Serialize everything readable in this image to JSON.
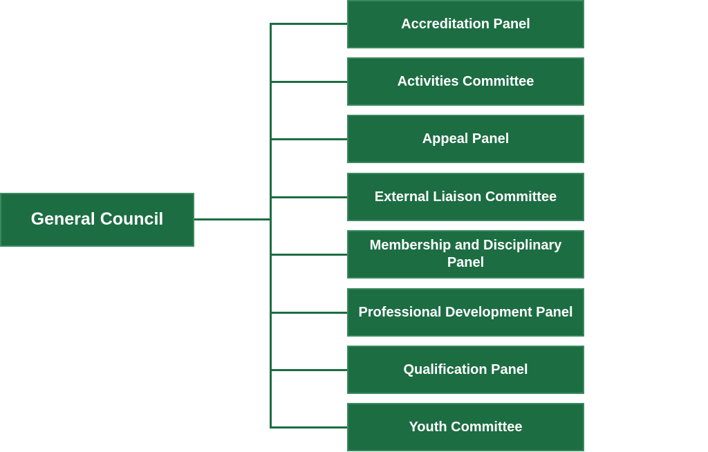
{
  "root": {
    "label": "General Council"
  },
  "children": [
    {
      "label": "Accreditation Panel"
    },
    {
      "label": "Activities Committee"
    },
    {
      "label": "Appeal Panel"
    },
    {
      "label": "External Liaison Committee"
    },
    {
      "label": "Membership and Disciplinary Panel"
    },
    {
      "label": "Professional Development Panel"
    },
    {
      "label": "Qualification Panel"
    },
    {
      "label": "Youth Committee"
    }
  ],
  "colors": {
    "node_fill": "#1c6d42",
    "node_border": "#3a8a5e",
    "connector": "#1c6d42",
    "text": "#ffffff"
  }
}
